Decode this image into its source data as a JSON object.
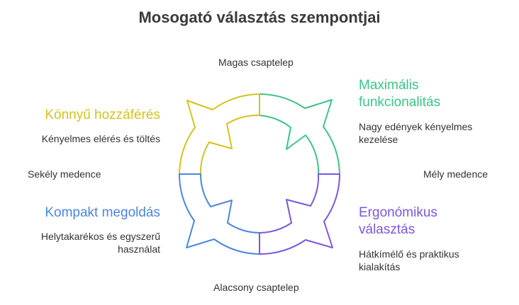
{
  "title": "Mosogató választás szempontjai",
  "axes": {
    "top": "Magas csaptelep",
    "bottom": "Alacsony csaptelep",
    "left": "Sekély medence",
    "right": "Mély medence"
  },
  "quadrants": {
    "top_right": {
      "heading_line1": "Maximális",
      "heading_line2": "funkcionalitás",
      "desc_line1": "Nagy edények kényelmes",
      "desc_line2": "kezelése",
      "color": "#3cc486"
    },
    "top_left": {
      "heading_line1": "Könnyű hozzáférés",
      "desc_line1": "Kényelmes elérés és töltés",
      "color": "#d4c21e"
    },
    "bottom_left": {
      "heading_line1": "Kompakt megoldás",
      "desc_line1": "Helytakarékos és egyszerű",
      "desc_line2": "használat",
      "color": "#4a86e0"
    },
    "bottom_right": {
      "heading_line1": "Ergonómikus",
      "heading_line2": "választás",
      "desc_line1": "Hátkímélő és praktikus",
      "desc_line2": "kialakítás",
      "color": "#7b57e0"
    }
  }
}
